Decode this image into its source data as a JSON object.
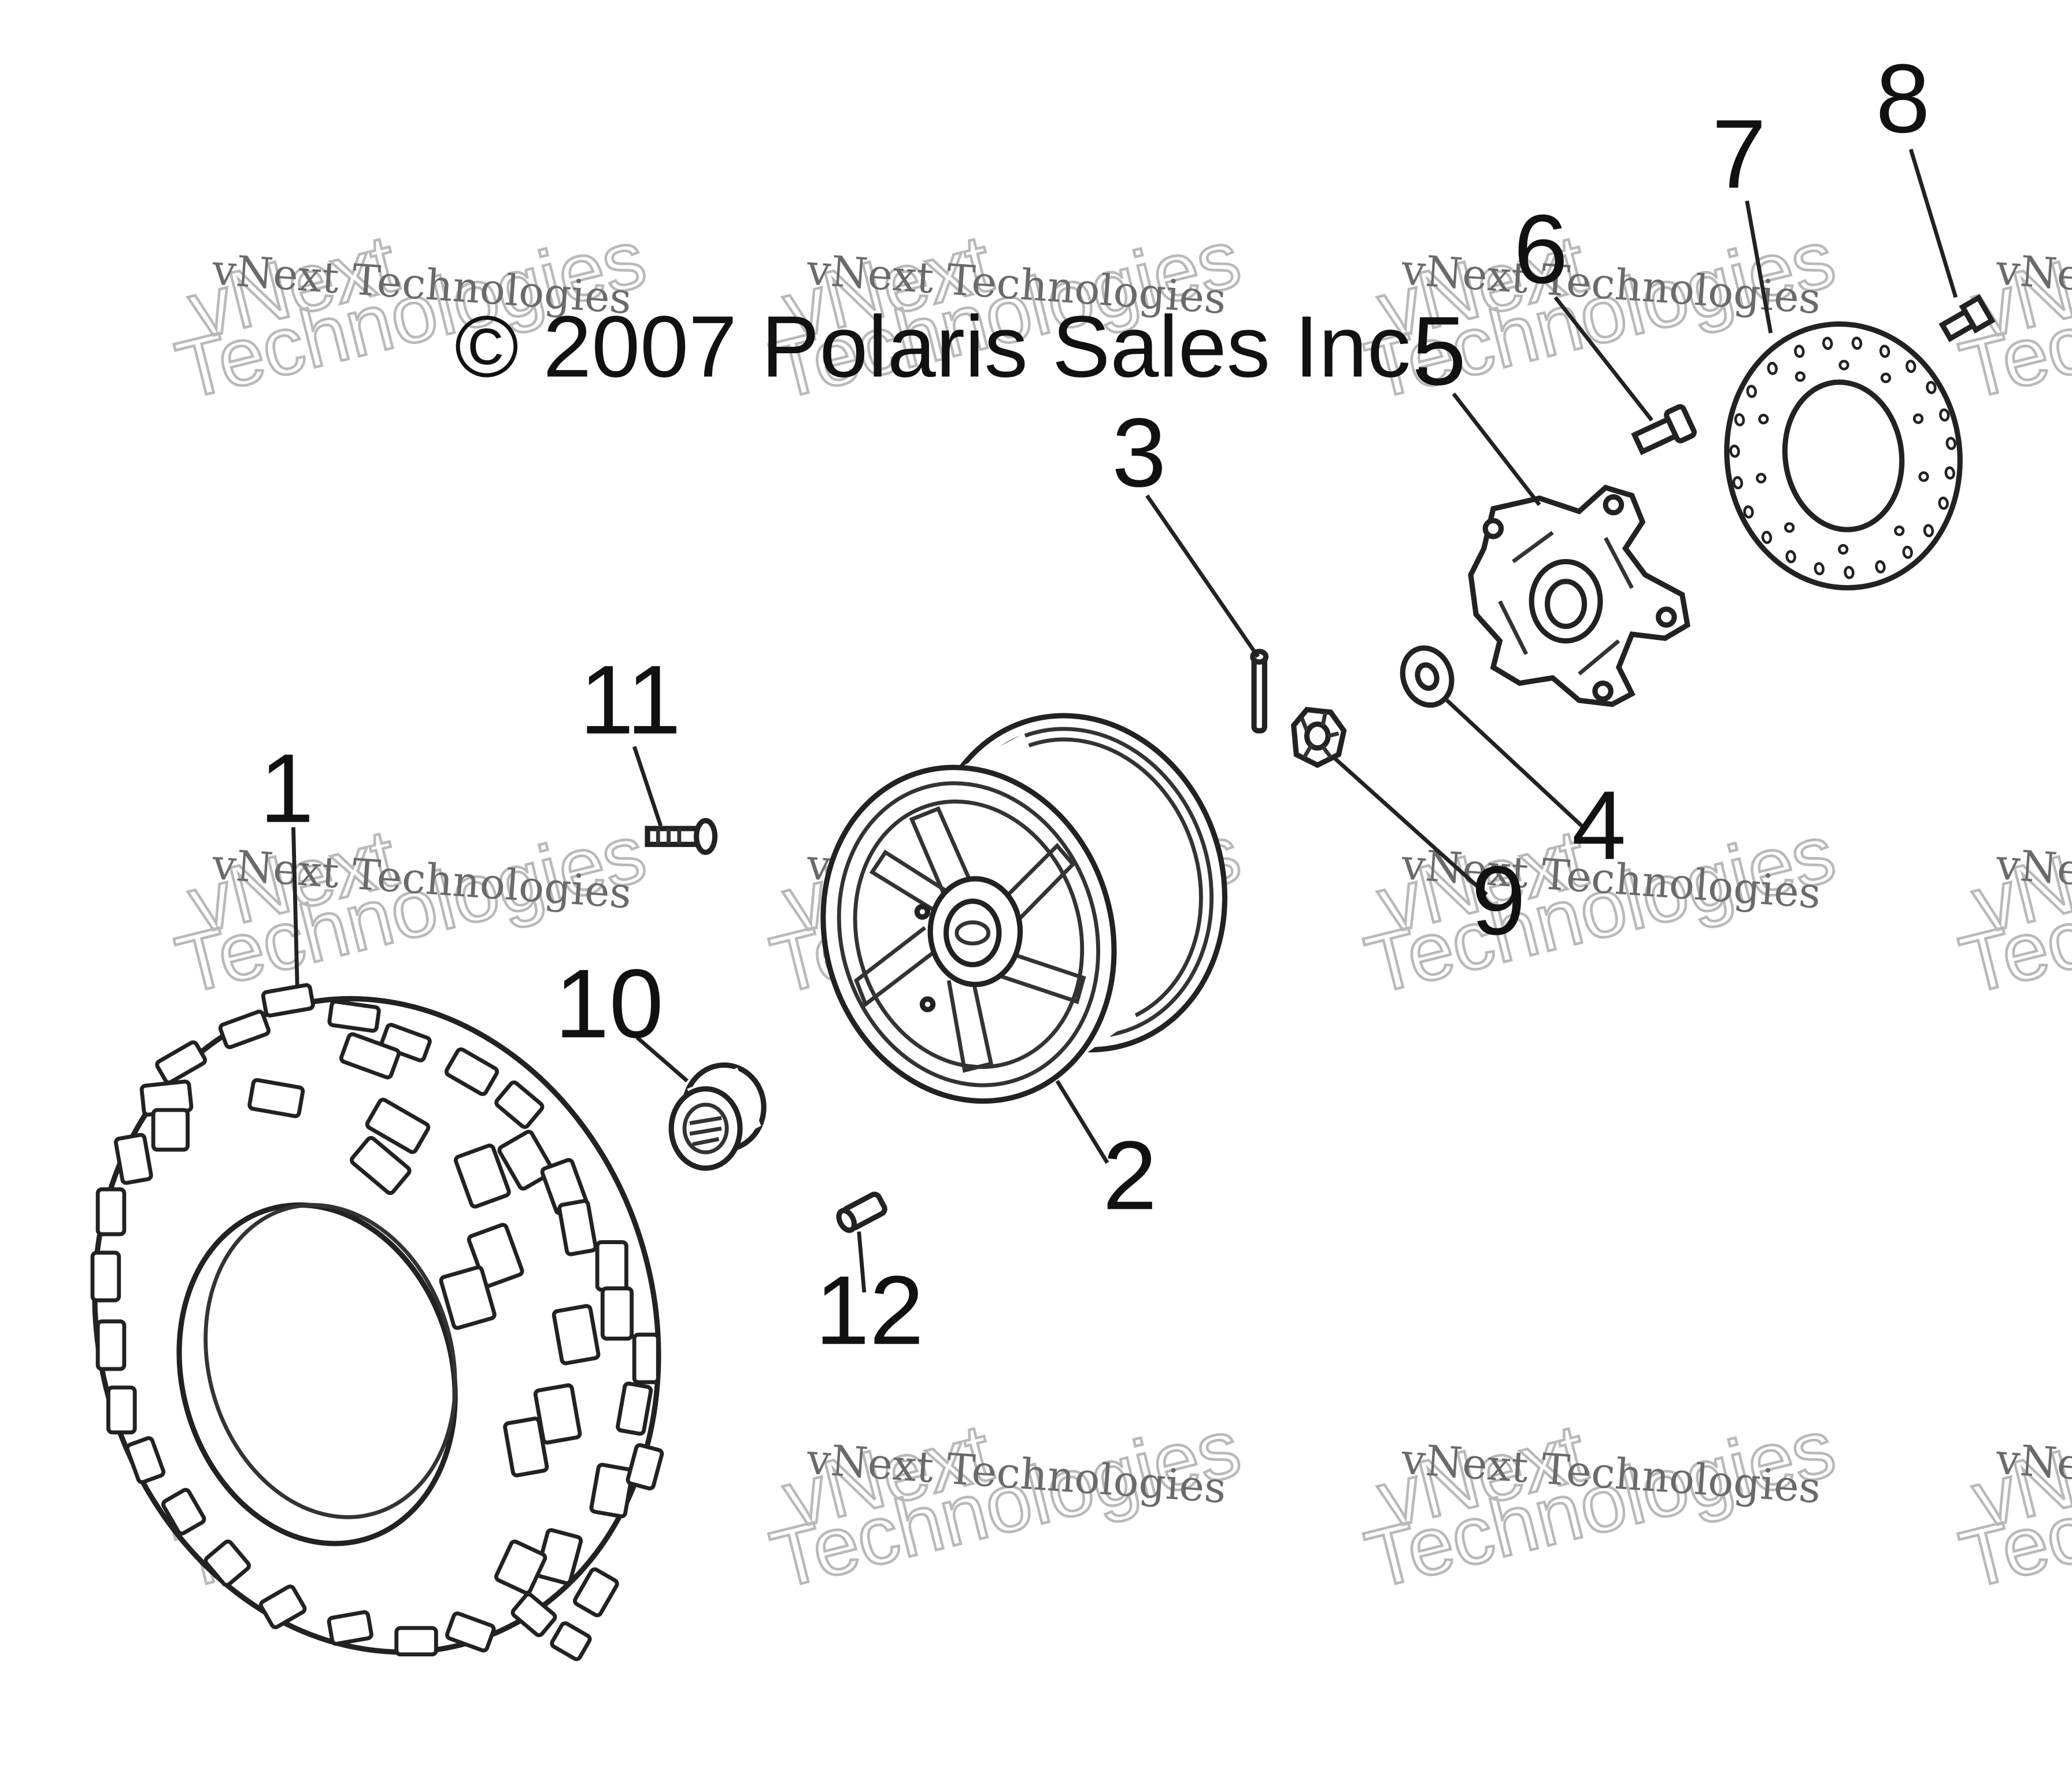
{
  "copyright": "© 2007 Polaris Sales Inc.",
  "watermark": {
    "small_text": "vNext Technologies",
    "big_line1": "vNext",
    "big_line2": "Technologies"
  },
  "callouts": [
    {
      "number": "1"
    },
    {
      "number": "2"
    },
    {
      "number": "3"
    },
    {
      "number": "4"
    },
    {
      "number": "5"
    },
    {
      "number": "6"
    },
    {
      "number": "7"
    },
    {
      "number": "8"
    },
    {
      "number": "9"
    },
    {
      "number": "10"
    },
    {
      "number": "11"
    },
    {
      "number": "12"
    }
  ],
  "parts": [
    {
      "callout": "1",
      "icon": "tire-icon"
    },
    {
      "callout": "2",
      "icon": "wheel-rim-icon"
    },
    {
      "callout": "3",
      "icon": "cotter-pin-icon"
    },
    {
      "callout": "4",
      "icon": "washer-icon"
    },
    {
      "callout": "5",
      "icon": "wheel-hub-icon"
    },
    {
      "callout": "6",
      "icon": "hub-bolt-icon"
    },
    {
      "callout": "7",
      "icon": "brake-disc-icon"
    },
    {
      "callout": "8",
      "icon": "disc-bolt-icon"
    },
    {
      "callout": "9",
      "icon": "castle-nut-icon"
    },
    {
      "callout": "10",
      "icon": "hub-cap-icon"
    },
    {
      "callout": "11",
      "icon": "wheel-stud-icon"
    },
    {
      "callout": "12",
      "icon": "valve-stem-icon"
    }
  ]
}
